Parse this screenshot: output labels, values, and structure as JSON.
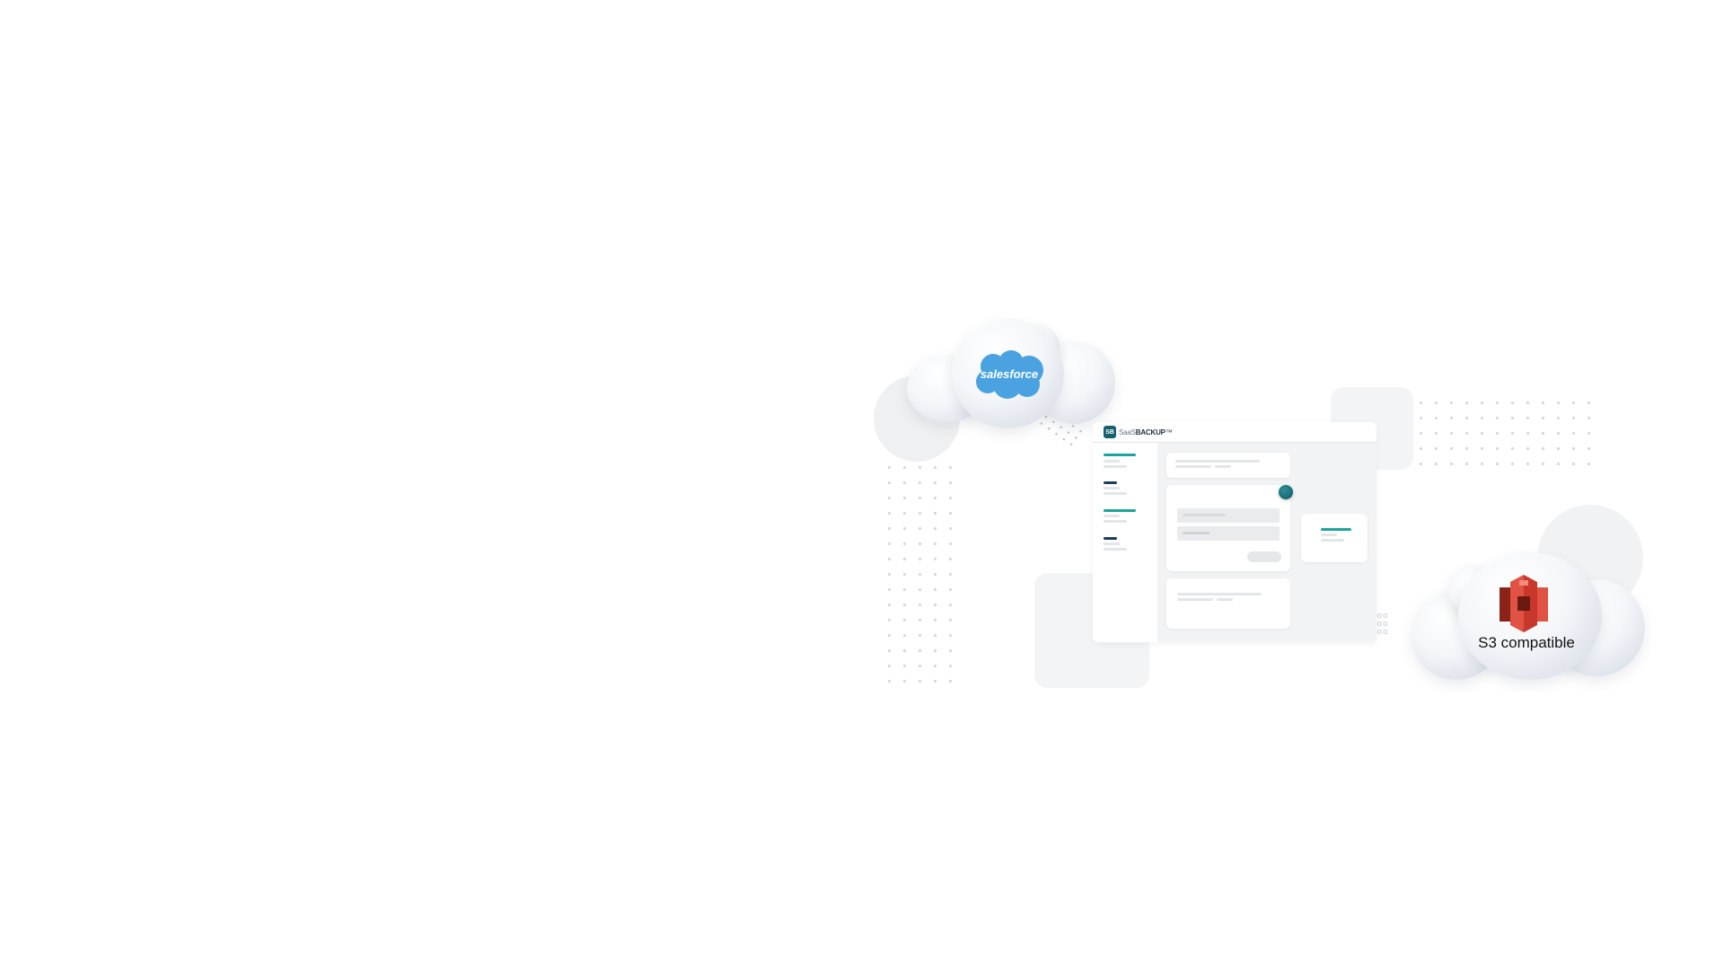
{
  "colors": {
    "teal_accent": "#1aa59a",
    "navy_accent": "#1e3c5a",
    "salesforce_blue": "#4aa3e0",
    "s3_red": "#c7372a"
  },
  "salesforce": {
    "logo_text": "salesforce"
  },
  "app": {
    "logo_badge": "SB",
    "brand_light": "SaaS",
    "brand_bold": "BACKUP",
    "brand_mark": "™"
  },
  "s3": {
    "caption": "S3 compatible",
    "icon": "aws-s3-bucket-icon"
  },
  "icons": {
    "status": "status-dot-icon",
    "salesforce": "salesforce-cloud-logo"
  }
}
